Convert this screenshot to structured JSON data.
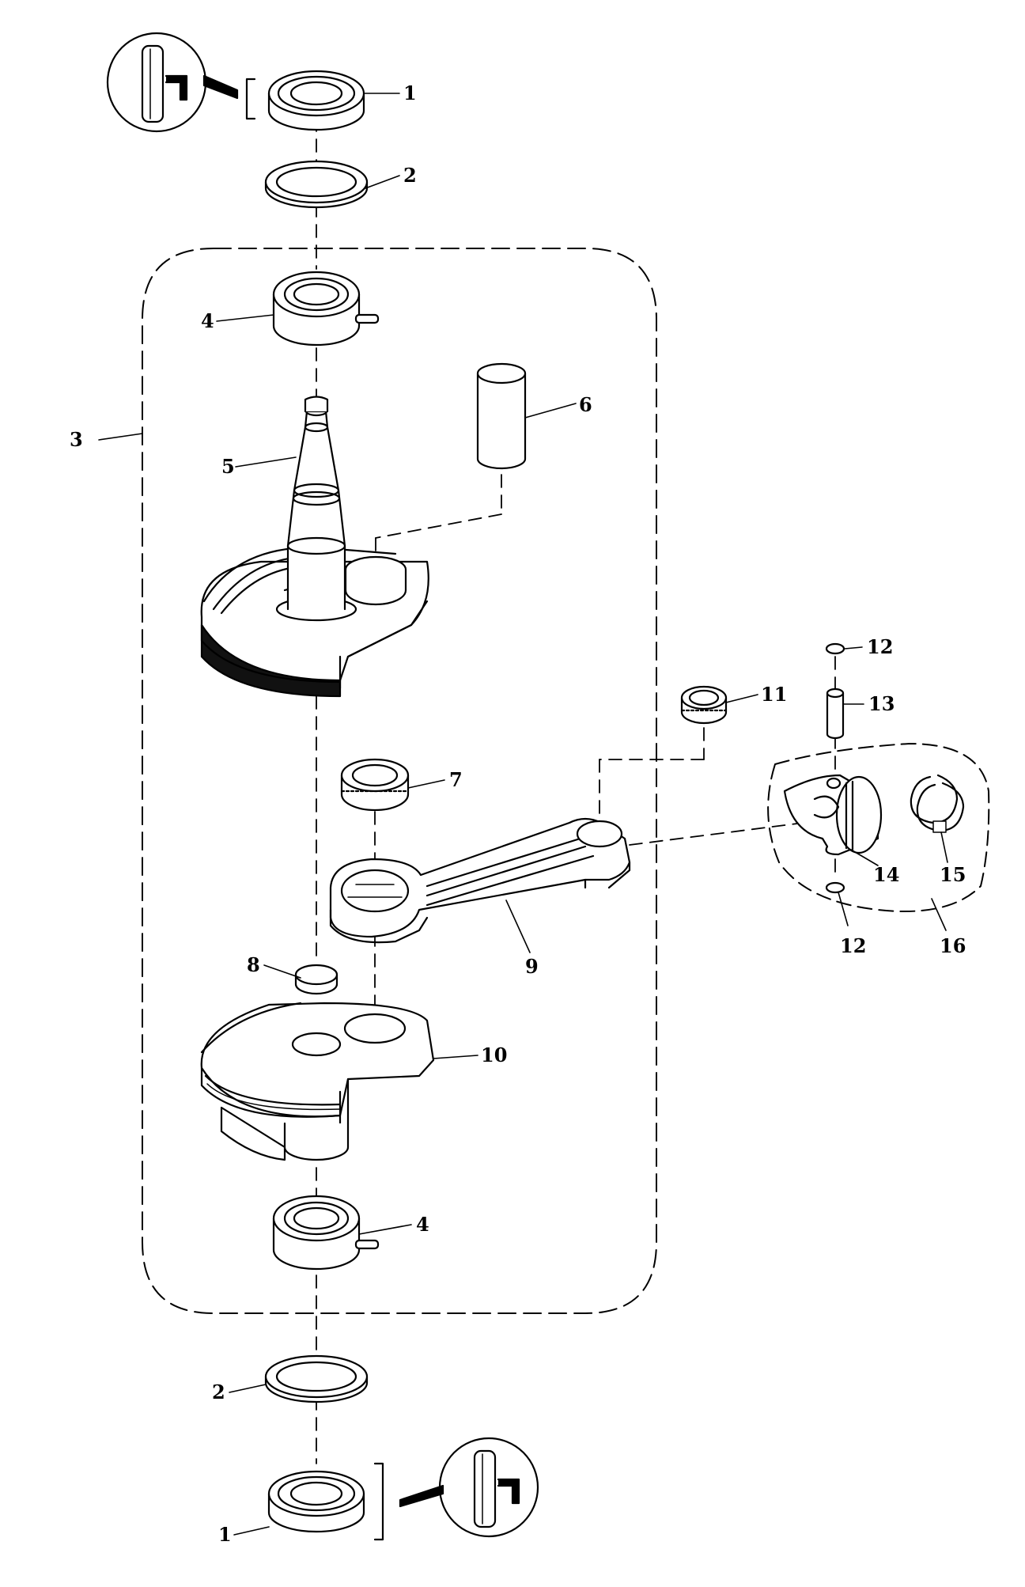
{
  "callouts": {
    "c1_top": "1",
    "c2_top": "2",
    "c3": "3",
    "c4_top": "4",
    "c5": "5",
    "c6": "6",
    "c7": "7",
    "c8": "8",
    "c9": "9",
    "c10": "10",
    "c11": "11",
    "c12_top": "12",
    "c13": "13",
    "c14": "14",
    "c15": "15",
    "c12_bottom": "12",
    "c16": "16",
    "c4_bottom": "4",
    "c2_bottom": "2",
    "c1_bottom": "1"
  },
  "colors": {
    "line": "#000000",
    "fill": "#ffffff"
  },
  "icons": [
    "grease-gun-icon"
  ]
}
